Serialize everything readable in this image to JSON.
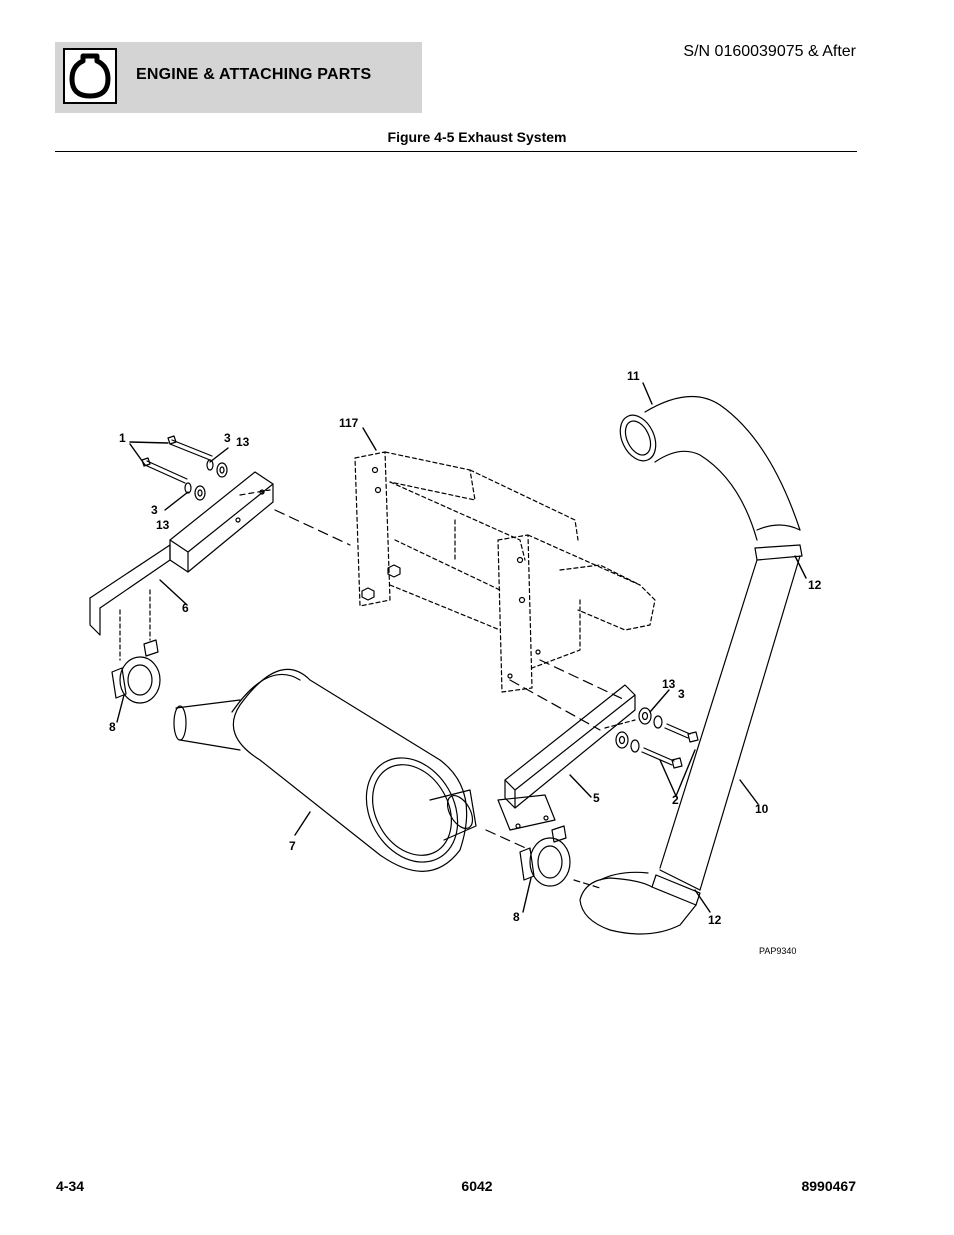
{
  "header": {
    "section_title": "ENGINE & ATTACHING PARTS",
    "serial": "S/N 0160039075 & After",
    "icon": "engine-icon"
  },
  "figure": {
    "title": "Figure 4-5 Exhaust System",
    "drawing_code": "PAP9340",
    "callouts": {
      "c1": "1",
      "c3a": "3",
      "c13a": "13",
      "c3b": "3",
      "c13b": "13",
      "c117": "117",
      "c11": "11",
      "c12a": "12",
      "c6": "6",
      "c8a": "8",
      "c13c": "13",
      "c3c": "3",
      "c2": "2",
      "c5": "5",
      "c10": "10",
      "c7": "7",
      "c8b": "8",
      "c12b": "12"
    }
  },
  "footer": {
    "page": "4-34",
    "model": "6042",
    "part_number": "8990467"
  }
}
